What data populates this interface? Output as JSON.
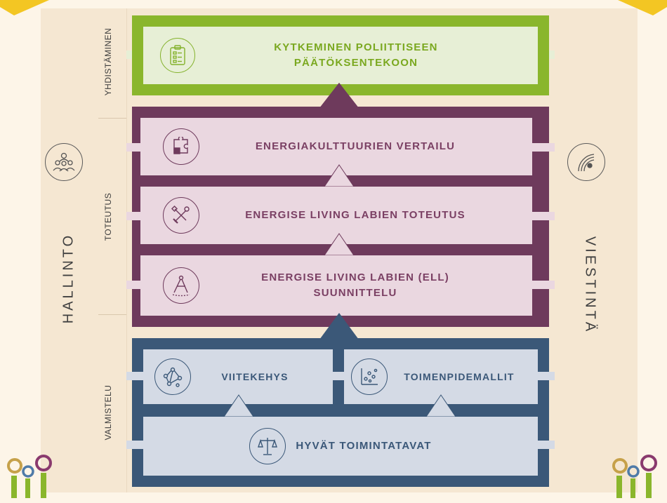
{
  "side_labels": {
    "left": "HALLINTO",
    "right": "VIESTINTÄ"
  },
  "phases": {
    "top": "YHDISTÄMINEN",
    "middle": "TOTEUTUS",
    "bottom": "VALMISTELU"
  },
  "boxes": {
    "policy": "KYTKEMINEN POLIITTISEEN\nPÄÄTÖKSENTEKOON",
    "comparison": "ENERGIAKULTTUURIEN VERTAILU",
    "implementation": "ENERGISE LIVING LABIEN TOTEUTUS",
    "design": "ENERGISE LIVING LABIEN (ELL)\nSUUNNITTELU",
    "framework": "VIITEKEHYS",
    "models": "TOIMENPIDEMALLIT",
    "practices": "HYVÄT TOIMINTATAVAT"
  },
  "colors": {
    "green": "#8ab62c",
    "purple": "#6e3a5c",
    "blue": "#3b5878",
    "purple_fill": "#ead7e0",
    "blue_fill": "#d4dae5",
    "green_fill": "#e7efd6",
    "background": "#fdf5e8"
  },
  "icons": {
    "policy": "clipboard-checklist-icon",
    "comparison": "puzzle-icon",
    "implementation": "tools-icon",
    "design": "compass-icon",
    "framework": "network-icon",
    "models": "scatter-plot-icon",
    "practices": "scales-icon",
    "governance": "people-group-icon",
    "communication": "broadcast-icon"
  }
}
